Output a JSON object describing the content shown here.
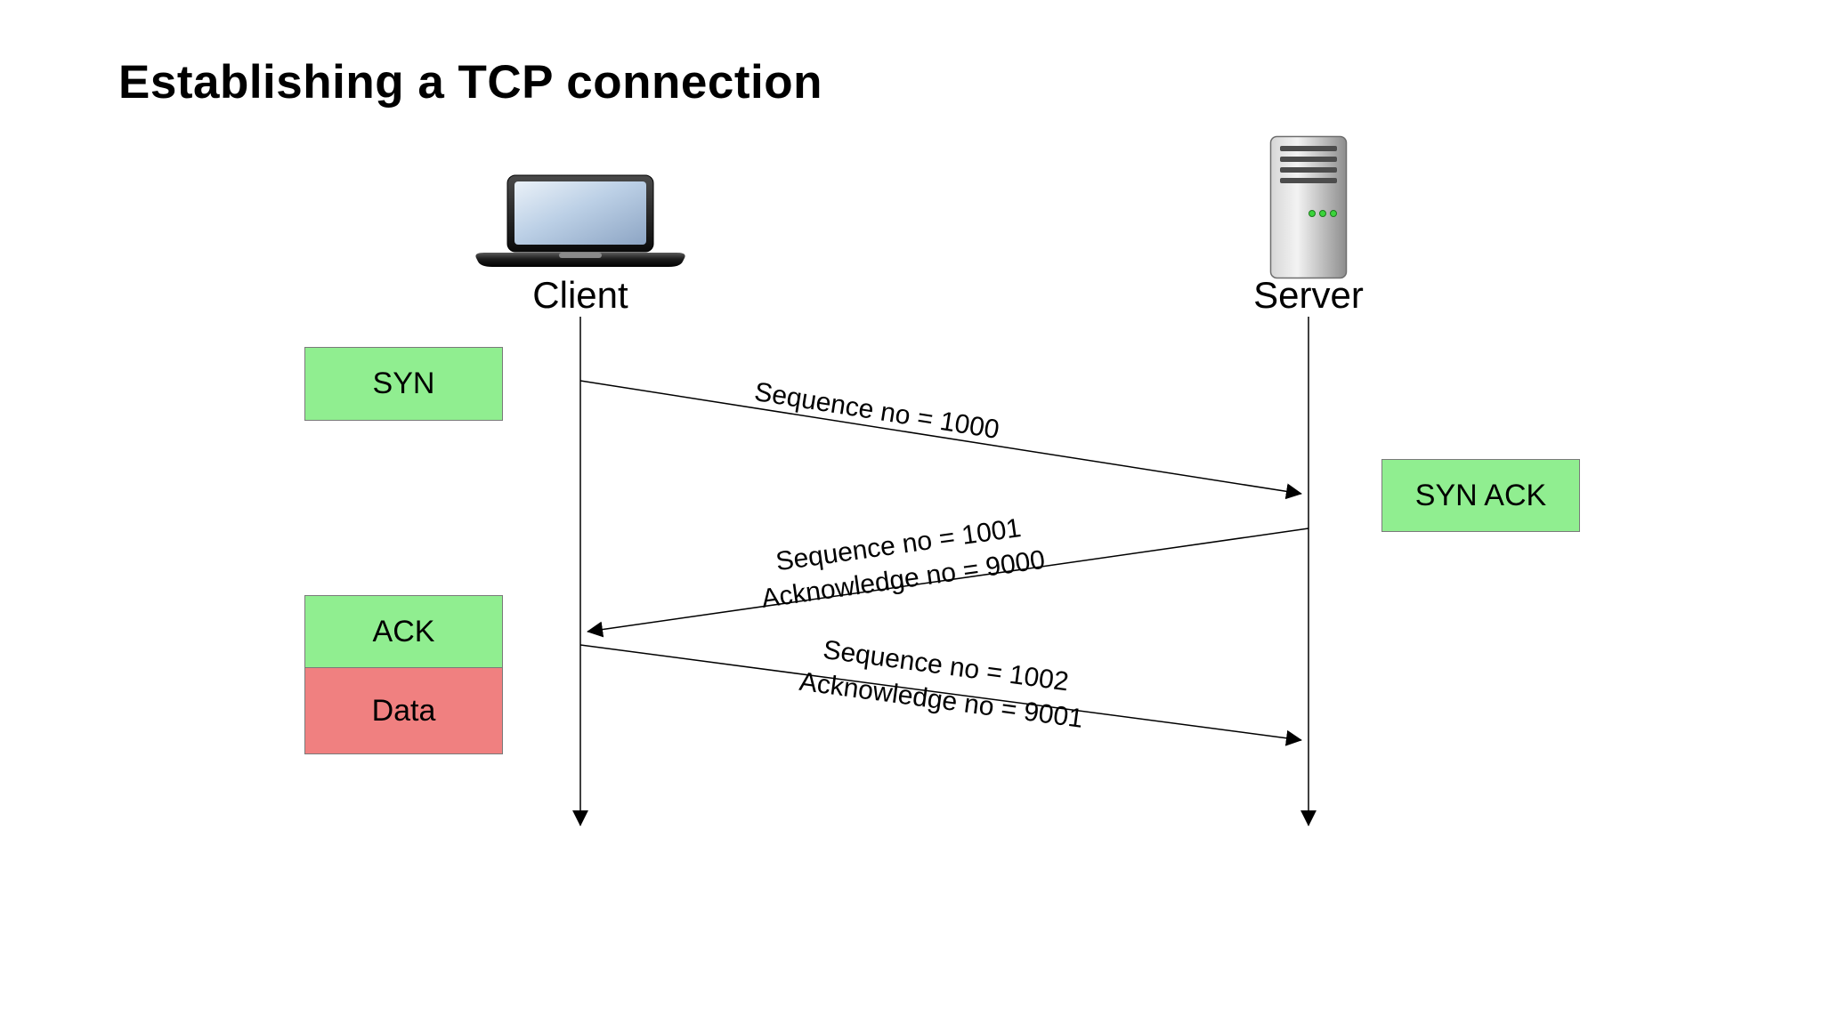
{
  "title": "Establishing a TCP connection",
  "actors": {
    "client": {
      "label": "Client"
    },
    "server": {
      "label": "Server"
    }
  },
  "boxes": {
    "syn": {
      "label": "SYN"
    },
    "syn_ack": {
      "label": "SYN ACK"
    },
    "ack": {
      "label": "ACK"
    },
    "data": {
      "label": "Data"
    }
  },
  "messages": [
    {
      "from": "Client",
      "to": "Server",
      "lines": [
        "Sequence no = 1000"
      ]
    },
    {
      "from": "Server",
      "to": "Client",
      "lines": [
        "Sequence no = 1001",
        "Acknowledge no = 9000"
      ]
    },
    {
      "from": "Client",
      "to": "Server",
      "lines": [
        "Sequence no = 1002",
        "Acknowledge no = 9001"
      ]
    }
  ],
  "colors": {
    "flag_green": "#90EE90",
    "data_red": "#F08080",
    "line_black": "#000000"
  }
}
